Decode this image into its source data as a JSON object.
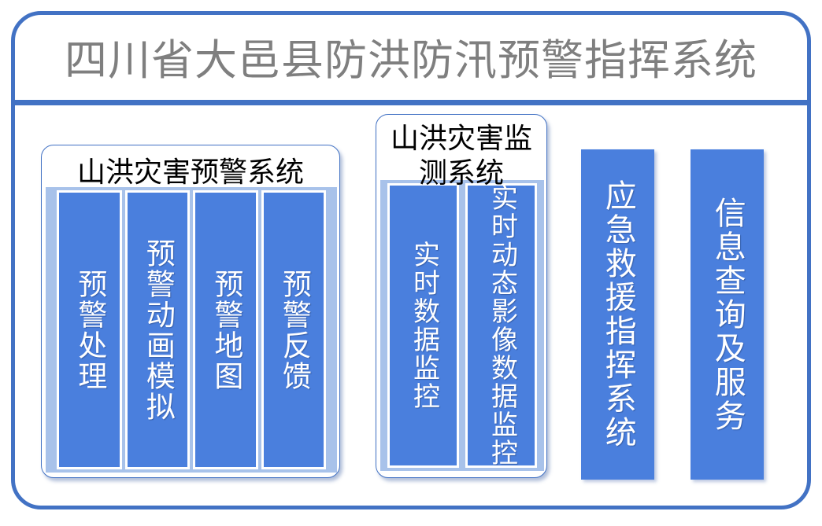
{
  "header": {
    "title": "四川省大邑县防洪防汛预警指挥系统",
    "title_color": "#7f7f7f",
    "divider_color": "#4272c4"
  },
  "theme": {
    "frame_blue": "#4272c4",
    "column_blue": "#4a7fdd",
    "panel_fill_blue": "#a8c2ea",
    "column_text_color": "#ffffff",
    "panel_title_color": "#000000"
  },
  "panels": [
    {
      "id": "warning-system",
      "title": "山洪灾害预警系统",
      "columns": [
        {
          "label": "预警处理"
        },
        {
          "label": "预警动画模拟"
        },
        {
          "label": "预警地图"
        },
        {
          "label": "预警反馈"
        }
      ]
    },
    {
      "id": "monitoring-system",
      "title": "山洪灾害监测系统",
      "columns": [
        {
          "label": "实时数据监控"
        },
        {
          "label": "实时动态影像数据监控"
        }
      ]
    }
  ],
  "standalone_columns": [
    {
      "id": "emergency-command",
      "label": "应急救援指挥系统"
    },
    {
      "id": "information-service",
      "label": "信息查询及服务"
    }
  ]
}
